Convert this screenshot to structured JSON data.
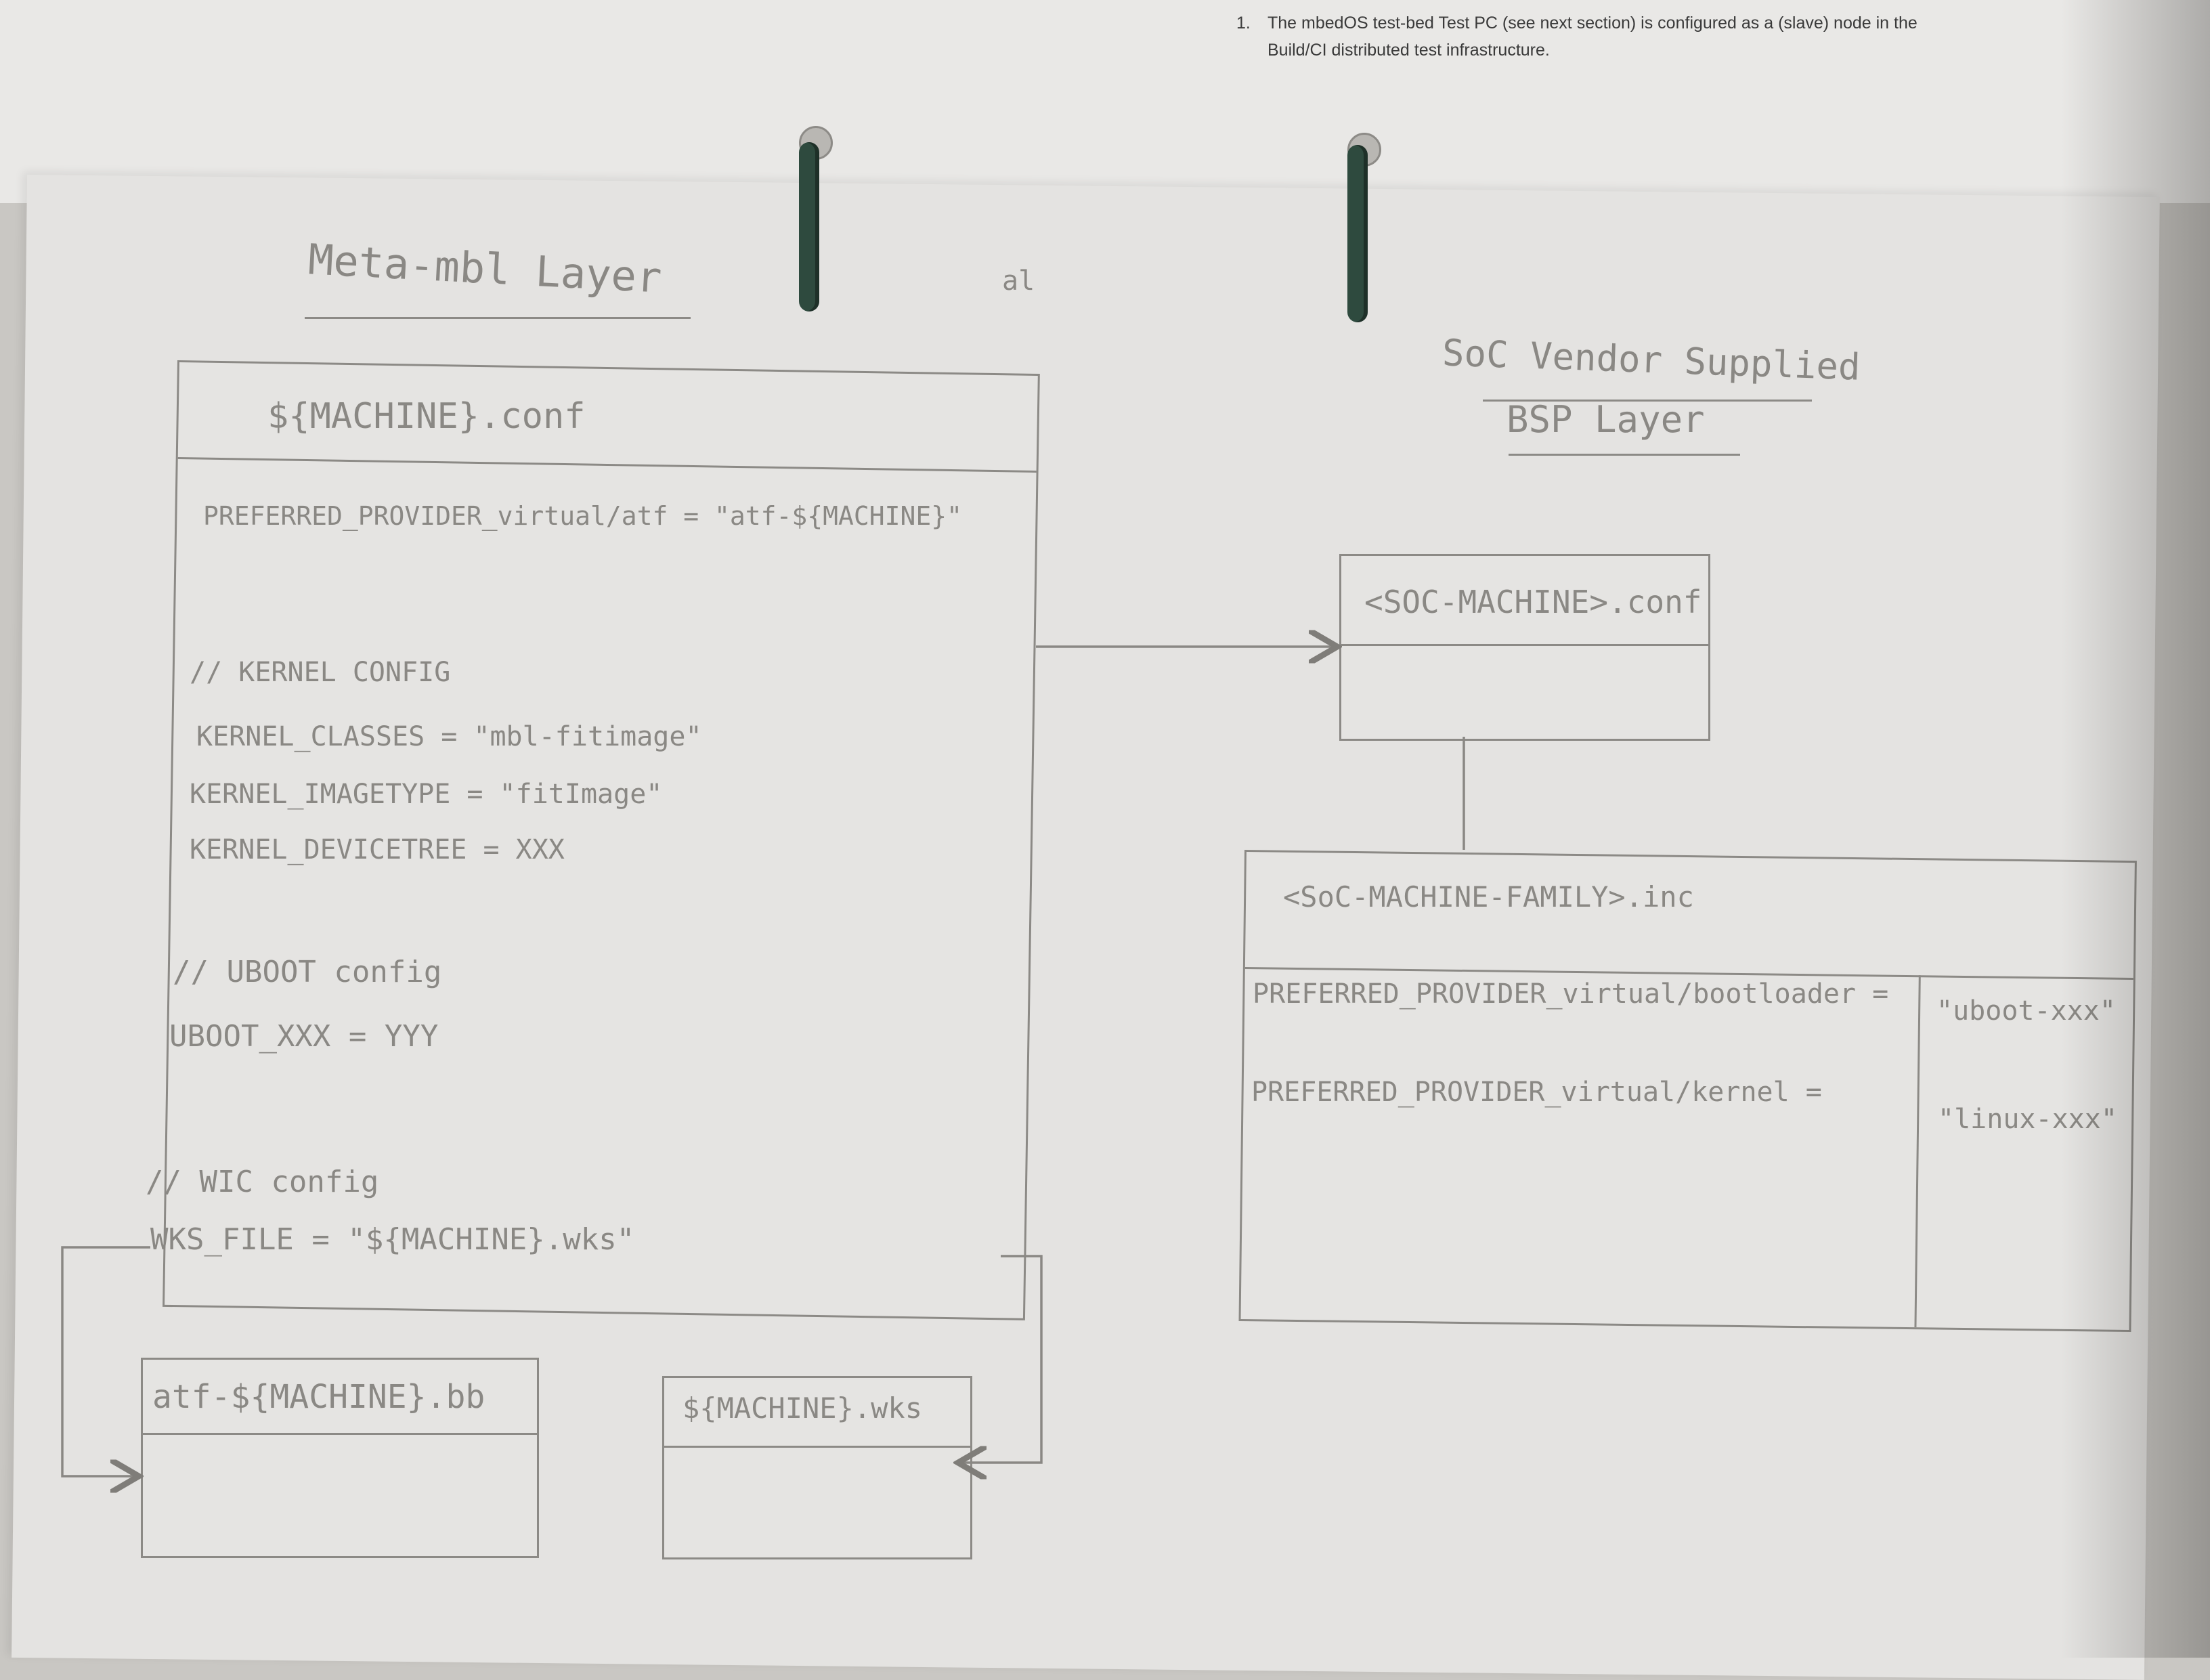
{
  "printed_note": {
    "number": "1.",
    "text": "The mbedOS test-bed Test PC (see next section) is configured as a (slave) node in the Build/CI distributed test infrastructure."
  },
  "left_layer": {
    "heading": "Meta-mbl Layer",
    "stray_mark": "al",
    "machine_conf": {
      "title": "${MACHINE}.conf",
      "preferred_provider": "PREFERRED_PROVIDER_virtual/atf = \"atf-${MACHINE}\"",
      "kernel_comment": "// KERNEL CONFIG",
      "kernel_lines": [
        "KERNEL_CLASSES = \"mbl-fitimage\"",
        "KERNEL_IMAGETYPE = \"fitImage\"",
        "KERNEL_DEVICETREE = XXX"
      ],
      "uboot_comment": "// UBOOT config",
      "uboot_line": "UBOOT_XXX = YYY",
      "wic_comment": "// WIC config",
      "wks_line": "WKS_FILE = \"${MACHINE}.wks\""
    },
    "atf_bb": {
      "title": "atf-${MACHINE}.bb"
    },
    "wks": {
      "title": "${MACHINE}.wks"
    }
  },
  "right_layer": {
    "heading_line1": "SoC Vendor Supplied",
    "heading_line2": "BSP Layer",
    "soc_conf": {
      "title": "<SOC-MACHINE>.conf"
    },
    "family_inc": {
      "title": "<SoC-MACHINE-FAMILY>.inc",
      "rows": [
        {
          "key": "PREFERRED_PROVIDER_virtual/bootloader =",
          "value": "\"uboot-xxx\""
        },
        {
          "key": "PREFERRED_PROVIDER_virtual/kernel =",
          "value": "\"linux-xxx\""
        }
      ]
    }
  }
}
